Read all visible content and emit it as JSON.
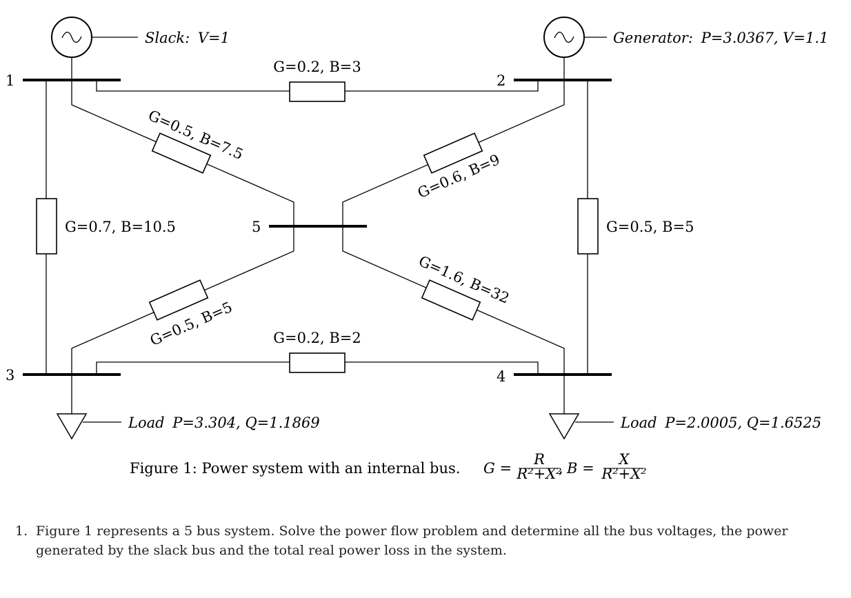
{
  "buses": [
    {
      "id": "1",
      "label": "1"
    },
    {
      "id": "2",
      "label": "2"
    },
    {
      "id": "3",
      "label": "3"
    },
    {
      "id": "4",
      "label": "4"
    },
    {
      "id": "5",
      "label": "5"
    }
  ],
  "sources": {
    "slack": {
      "name": "Slack:",
      "spec": "V=1"
    },
    "generator": {
      "name": "Generator:",
      "spec": "P=3.0367, V=1.1"
    }
  },
  "loads": {
    "bus3": {
      "name": "Load",
      "spec": "P=3.304, Q=1.1869"
    },
    "bus4": {
      "name": "Load",
      "spec": "P=2.0005, Q=1.6525"
    }
  },
  "lines": {
    "l12": "G=0.2, B=3",
    "l15": "G=0.5, B=7.5",
    "l25": "G=0.6, B=9",
    "l13": "G=0.7, B=10.5",
    "l24": "G=0.5, B=5",
    "l35": "G=0.5, B=5",
    "l45": "G=1.6, B=32",
    "l34": "G=0.2, B=2"
  },
  "caption": {
    "text": "Figure 1: Power system with an internal bus.",
    "g_eq": "G =",
    "b_eq": "B =",
    "g_num": "R",
    "b_num": "X",
    "den": "R²+X²"
  },
  "question": {
    "number": "1.",
    "text": "Figure 1 represents a 5 bus system. Solve the power flow problem and determine all the bus voltages, the power generated by the slack bus and the total real power loss in the system."
  }
}
